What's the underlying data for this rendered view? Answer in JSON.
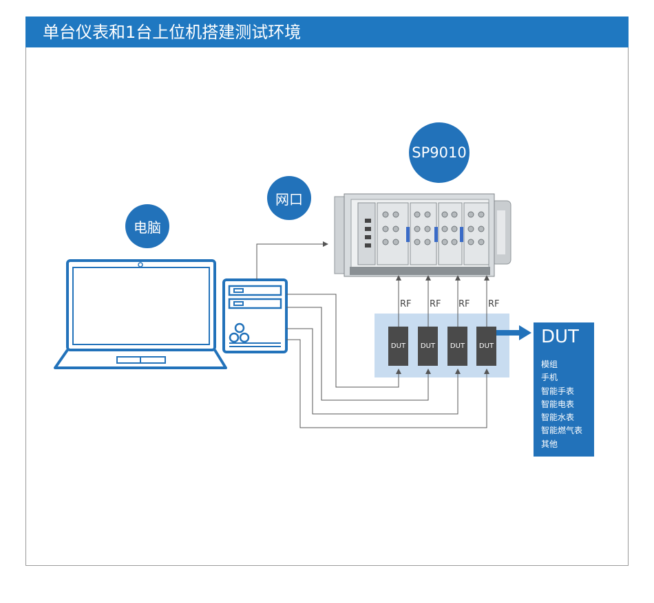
{
  "title": "单台仪表和1台上位机搭建测试环境",
  "bubbles": {
    "sp9010": "SP9010",
    "network": "网口",
    "computer": "电脑"
  },
  "rf_label": "RF",
  "dut_box_label": "DUT",
  "dut_panel": {
    "title": "DUT",
    "items": [
      "模组",
      "手机",
      "智能手表",
      "智能电表",
      "智能水表",
      "智能燃气表",
      "其他"
    ]
  },
  "colors": {
    "primary_blue": "#1f78c1",
    "bubble_blue": "#2272ba",
    "dut_area": "#c8dcf0",
    "dut_box": "#4a4a4a",
    "line": "#555555"
  }
}
